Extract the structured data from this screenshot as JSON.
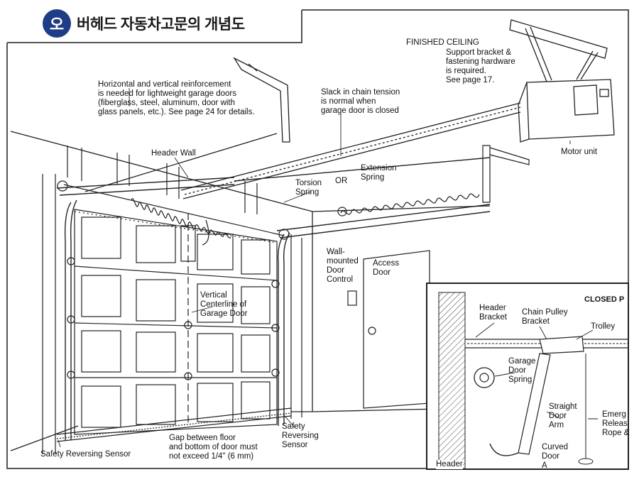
{
  "title": {
    "badge": "오",
    "text": "버헤드 자동차고문의 개념도"
  },
  "labels": {
    "finished_ceiling": "FINISHED CEILING",
    "support_bracket": "Support bracket &\nfastening hardware\nis required.\nSee page 17.",
    "reinforcement": "Horizontal and vertical reinforcement\nis needed for lightweight garage doors\n(fiberglass, steel, aluminum, door with\nglass panels, etc.). See page 24 for details.",
    "slack_chain": "Slack in chain tension\nis normal when\ngarage door is closed",
    "motor_unit": "Motor unit",
    "header_wall": "Header Wall",
    "extension_spring": "Extension\nSpring",
    "or": "OR",
    "torsion_spring": "Torsion\nSpring",
    "wall_mounted_control": "Wall-\nmounted\nDoor\nControl",
    "access_door": "Access\nDoor",
    "vertical_centerline": "Vertical\nCenterline of\nGarage Door",
    "safety_sensor_left": "Safety Reversing Sensor",
    "gap_floor": "Gap between floor\nand bottom of door must\nnot exceed 1/4\" (6 mm)",
    "safety_sensor_right": "Safety\nReversing\nSensor"
  },
  "inset": {
    "title": "CLOSED P",
    "header_bracket": "Header\nBracket",
    "chain_pulley": "Chain Pulley\nBracket",
    "trolley": "Trolley",
    "garage_door_spring": "Garage\nDoor\nSpring",
    "straight_arm": "Straight\nDoor\nArm",
    "curved_arm": "Curved\nDoor\nA",
    "emergency": "Emerg\nReleas\nRope &",
    "header_bottom": "Header"
  }
}
